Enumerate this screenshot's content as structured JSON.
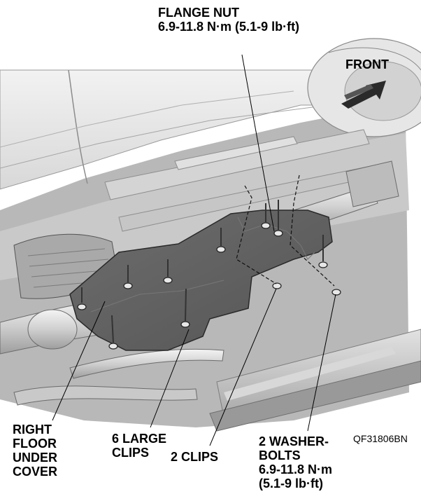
{
  "labels": {
    "flange_nut": "FLANGE NUT\n6.9-11.8 N·m (5.1-9 lb·ft)",
    "front": "FRONT",
    "right_floor_under_cover": "RIGHT\nFLOOR\nUNDER\nCOVER",
    "large_clips": "6 LARGE\nCLIPS",
    "clips": "2 CLIPS",
    "washer_bolts": "2 WASHER-\nBOLTS\n6.9-11.8 N·m\n(5.1-9 lb·ft)",
    "figure_code": "QF31806BN"
  },
  "colors": {
    "cover": "#5e5e5e",
    "body_light": "#e9e9e9",
    "underbody": "#bdbdbd",
    "pipe": "#d6d6d6",
    "outline": "#222222",
    "arrow": "#2a2a2a"
  },
  "icons": {
    "front_arrow": "arrow-icon",
    "fastener": "bolt-icon"
  }
}
